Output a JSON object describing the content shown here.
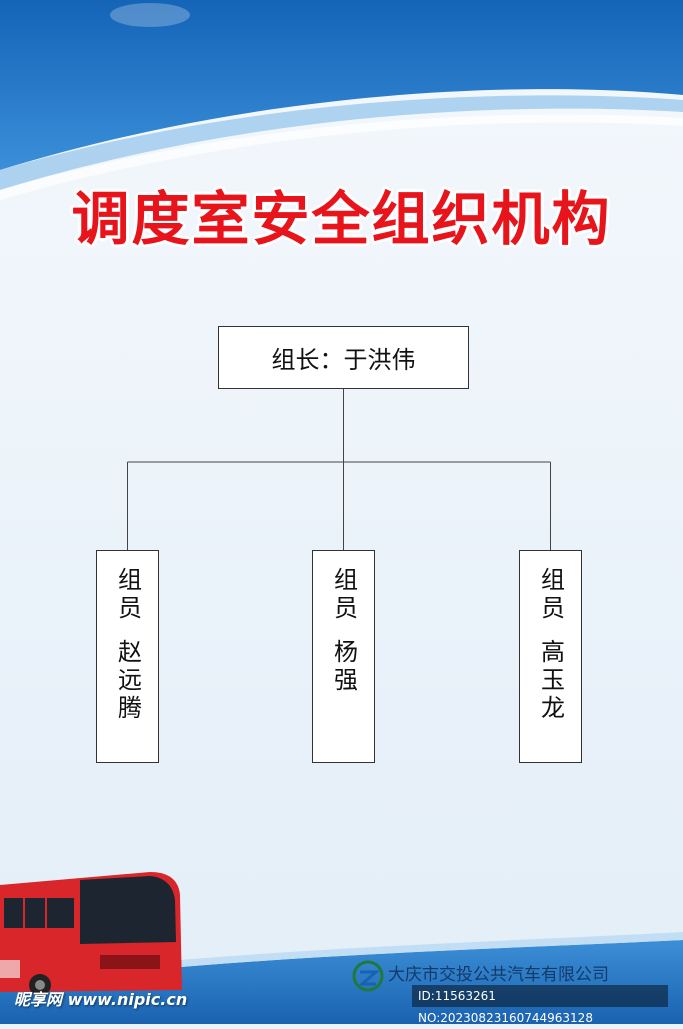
{
  "title": "调度室安全组织机构",
  "leader": {
    "label": "组长：于洪伟"
  },
  "members": [
    {
      "role": "组员",
      "name": "赵远腾"
    },
    {
      "role": "组员",
      "name": "杨强"
    },
    {
      "role": "组员",
      "name": "高玉龙"
    }
  ],
  "company": {
    "name": "大庆市交投公共汽车有限公司"
  },
  "watermark": {
    "site": "昵享网 www.nipic.cn",
    "id": "ID:11563261 NO:20230823160744963128"
  },
  "colors": {
    "title": "#e8141b",
    "banner": "#1a6fc2",
    "background": "#eaf2fa",
    "bus": "#d8262a"
  }
}
